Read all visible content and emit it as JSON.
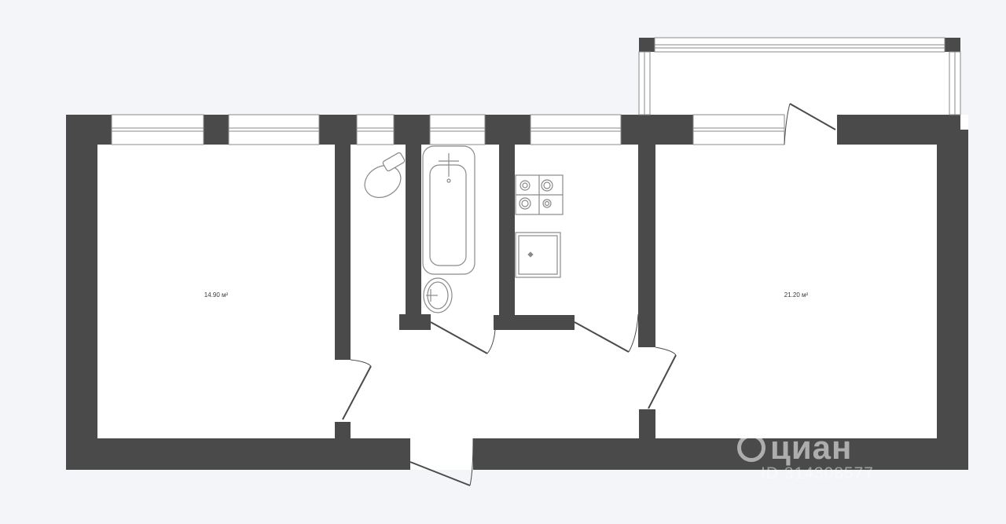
{
  "rooms": {
    "left": {
      "area": "14.90 м²"
    },
    "right": {
      "area": "21.20 м²"
    }
  },
  "watermark": {
    "brand": "циан",
    "listing_id": "ID 314308577"
  },
  "colors": {
    "wall": "#4a4a4a",
    "floor": "#ffffff",
    "background": "#f3f5f8",
    "fixture_line": "#8a8a8a"
  }
}
